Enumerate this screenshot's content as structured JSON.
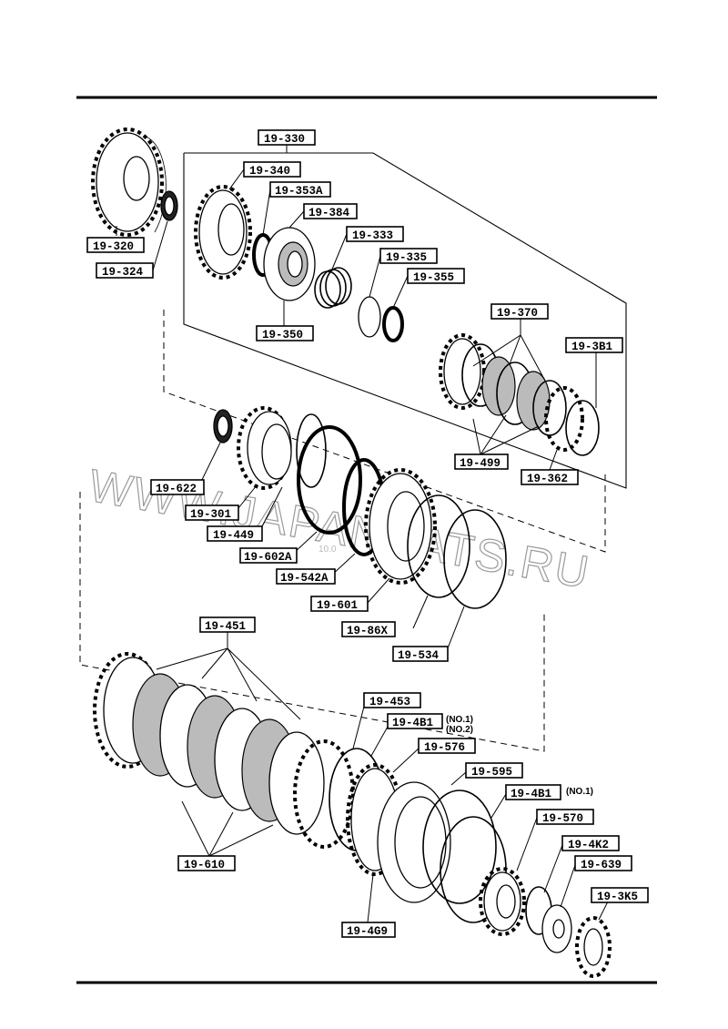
{
  "watermark": {
    "text": "WWW.JAPANCATS.RU",
    "small": "10.0"
  },
  "callouts": [
    {
      "id": "19-330"
    },
    {
      "id": "19-340"
    },
    {
      "id": "19-353A"
    },
    {
      "id": "19-384"
    },
    {
      "id": "19-333"
    },
    {
      "id": "19-335"
    },
    {
      "id": "19-355"
    },
    {
      "id": "19-320"
    },
    {
      "id": "19-324"
    },
    {
      "id": "19-350"
    },
    {
      "id": "19-370"
    },
    {
      "id": "19-3B1"
    },
    {
      "id": "19-499"
    },
    {
      "id": "19-362"
    },
    {
      "id": "19-622"
    },
    {
      "id": "19-301"
    },
    {
      "id": "19-449"
    },
    {
      "id": "19-602A"
    },
    {
      "id": "19-542A"
    },
    {
      "id": "19-601"
    },
    {
      "id": "19-86X"
    },
    {
      "id": "19-534"
    },
    {
      "id": "19-451"
    },
    {
      "id": "19-453"
    },
    {
      "id": "19-4B1"
    },
    {
      "id": "19-576"
    },
    {
      "id": "19-595"
    },
    {
      "id": "19-4B1"
    },
    {
      "id": "19-570"
    },
    {
      "id": "19-4K2"
    },
    {
      "id": "19-639"
    },
    {
      "id": "19-3K5"
    },
    {
      "id": "19-610"
    },
    {
      "id": "19-4G9"
    }
  ],
  "notes": {
    "no1": "(NO.1)",
    "no2": "(NO.2)",
    "no1b": "(NO.1)"
  },
  "icons": {
    "transmission-parts": "exploded-view"
  }
}
